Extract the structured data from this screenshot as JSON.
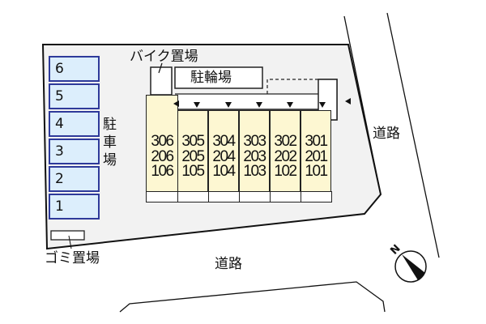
{
  "labels": {
    "bike_parking": "バイク置場",
    "bicycle_parking": "駐輪場",
    "parking_vertical": [
      "駐",
      "車",
      "場"
    ],
    "garbage": "ゴミ置場",
    "road_east": "道路",
    "road_south": "道路",
    "north": "N"
  },
  "parking_slots": [
    "6",
    "5",
    "4",
    "3",
    "2",
    "1"
  ],
  "units": [
    {
      "col": 1,
      "rooms": [
        "306",
        "206",
        "106"
      ]
    },
    {
      "col": 2,
      "rooms": [
        "305",
        "205",
        "105"
      ]
    },
    {
      "col": 3,
      "rooms": [
        "304",
        "204",
        "104"
      ]
    },
    {
      "col": 4,
      "rooms": [
        "303",
        "203",
        "103"
      ]
    },
    {
      "col": 5,
      "rooms": [
        "302",
        "202",
        "102"
      ]
    },
    {
      "col": 6,
      "rooms": [
        "301",
        "201",
        "101"
      ]
    }
  ],
  "colors": {
    "site_fill": "#f2f2f2",
    "parking_fill": "#dceefc",
    "parking_border": "#2e3a9a",
    "building_fill": "#fdf7d2"
  }
}
